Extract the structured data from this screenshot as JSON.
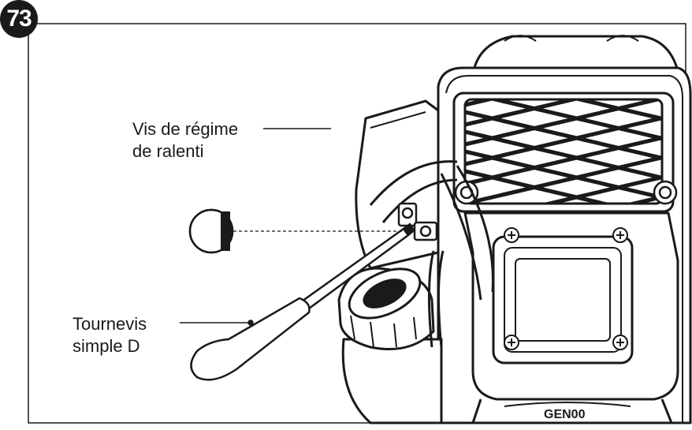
{
  "figure": {
    "number": "73",
    "labels": {
      "idle_screw_line1": "Vis de régime",
      "idle_screw_line2": "de ralenti",
      "screwdriver_line1": "Tournevis",
      "screwdriver_line2": "simple D"
    },
    "engine_marking": "GEN00"
  },
  "colors": {
    "ink": "#1a1a1a",
    "background": "#ffffff",
    "badge": "#1a1a1a"
  }
}
